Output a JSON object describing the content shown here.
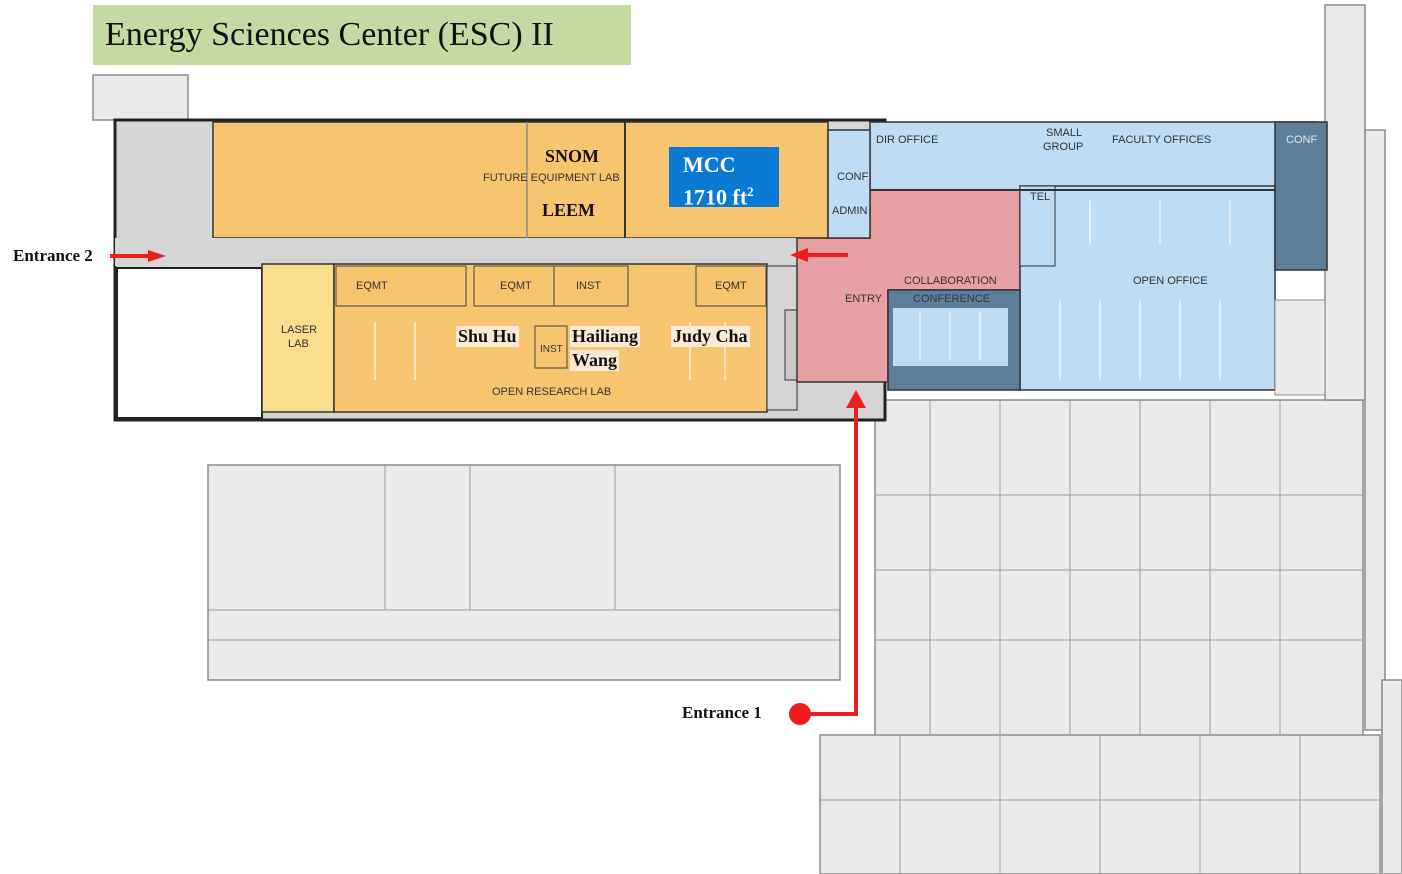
{
  "title": "Energy Sciences Center (ESC) II",
  "entrances": {
    "entrance1": "Entrance 1",
    "entrance2": "Entrance 2"
  },
  "highlight": {
    "mcc_line1": "MCC",
    "mcc_line2": "1710 ft",
    "mcc_sup": "2"
  },
  "labs": {
    "snom": "SNOM",
    "leem": "LEEM",
    "shu_hu": "Shu Hu",
    "hailiang_1": "Hailiang",
    "hailiang_2": "Wang",
    "judy_cha": "Judy Cha"
  },
  "rooms": {
    "future_equipment_lab": "FUTURE EQUIPMENT LAB",
    "eqmt_1": "EQMT",
    "eqmt_2": "EQMT",
    "eqmt_3": "EQMT",
    "inst_1": "INST",
    "inst_2": "INST",
    "laser_lab_1": "LASER",
    "laser_lab_2": "LAB",
    "open_research_lab": "OPEN RESEARCH LAB",
    "entry": "ENTRY",
    "collaboration": "COLLABORATION",
    "conference": "CONFERENCE",
    "open_office": "OPEN OFFICE",
    "dir_office": "DIR OFFICE",
    "small_group_1": "SMALL",
    "small_group_2": "GROUP",
    "faculty_offices": "FACULTY OFFICES",
    "conf_1": "CONF",
    "conf_2": "CONF",
    "admin": "ADMIN",
    "tel": "TEL"
  },
  "colors": {
    "title_bg": "#c5d9a3",
    "lab_orange": "#f7c56f",
    "laser_yellow": "#fbdd8e",
    "entry_pink": "#e9a0a4",
    "office_blue": "#bfdcf2",
    "dark_blue": "#5d7f9a",
    "mcc_blue": "#0a79d4",
    "route_red": "#ee1c1c",
    "surrounding_gray": "#ececec"
  }
}
